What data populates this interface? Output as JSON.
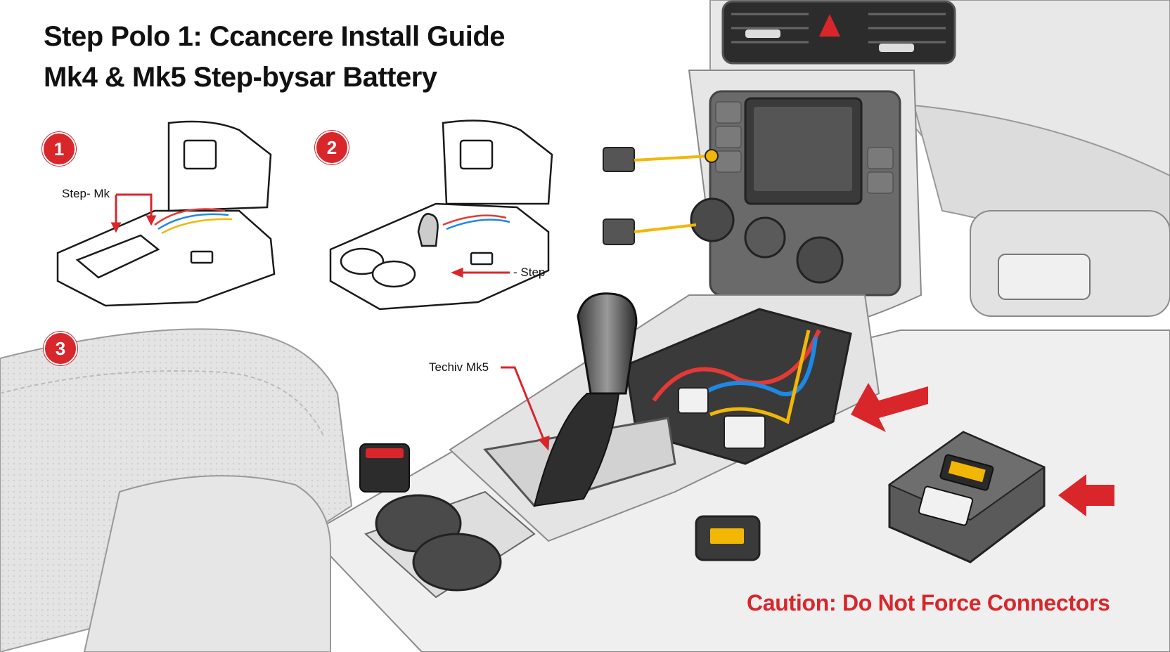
{
  "header": {
    "title_line1": "Step Polo 1: Ccancere Install Guide",
    "title_line2": "Mk4 & Mk5 Step-bysar Battery"
  },
  "steps": [
    {
      "number": "1",
      "callout": "Step- Mk"
    },
    {
      "number": "2",
      "callout": "- Step"
    },
    {
      "number": "3",
      "callout": "Techiv Mk5"
    }
  ],
  "caution": {
    "text": "Caution: Do Not Force Connectors"
  },
  "colors": {
    "accent": "#d9262b",
    "wire_red": "#e53935",
    "wire_blue": "#1e88e5",
    "wire_yellow": "#f2b705",
    "outline": "#1a1a1a",
    "panel_gray": "#d8d8d8"
  }
}
